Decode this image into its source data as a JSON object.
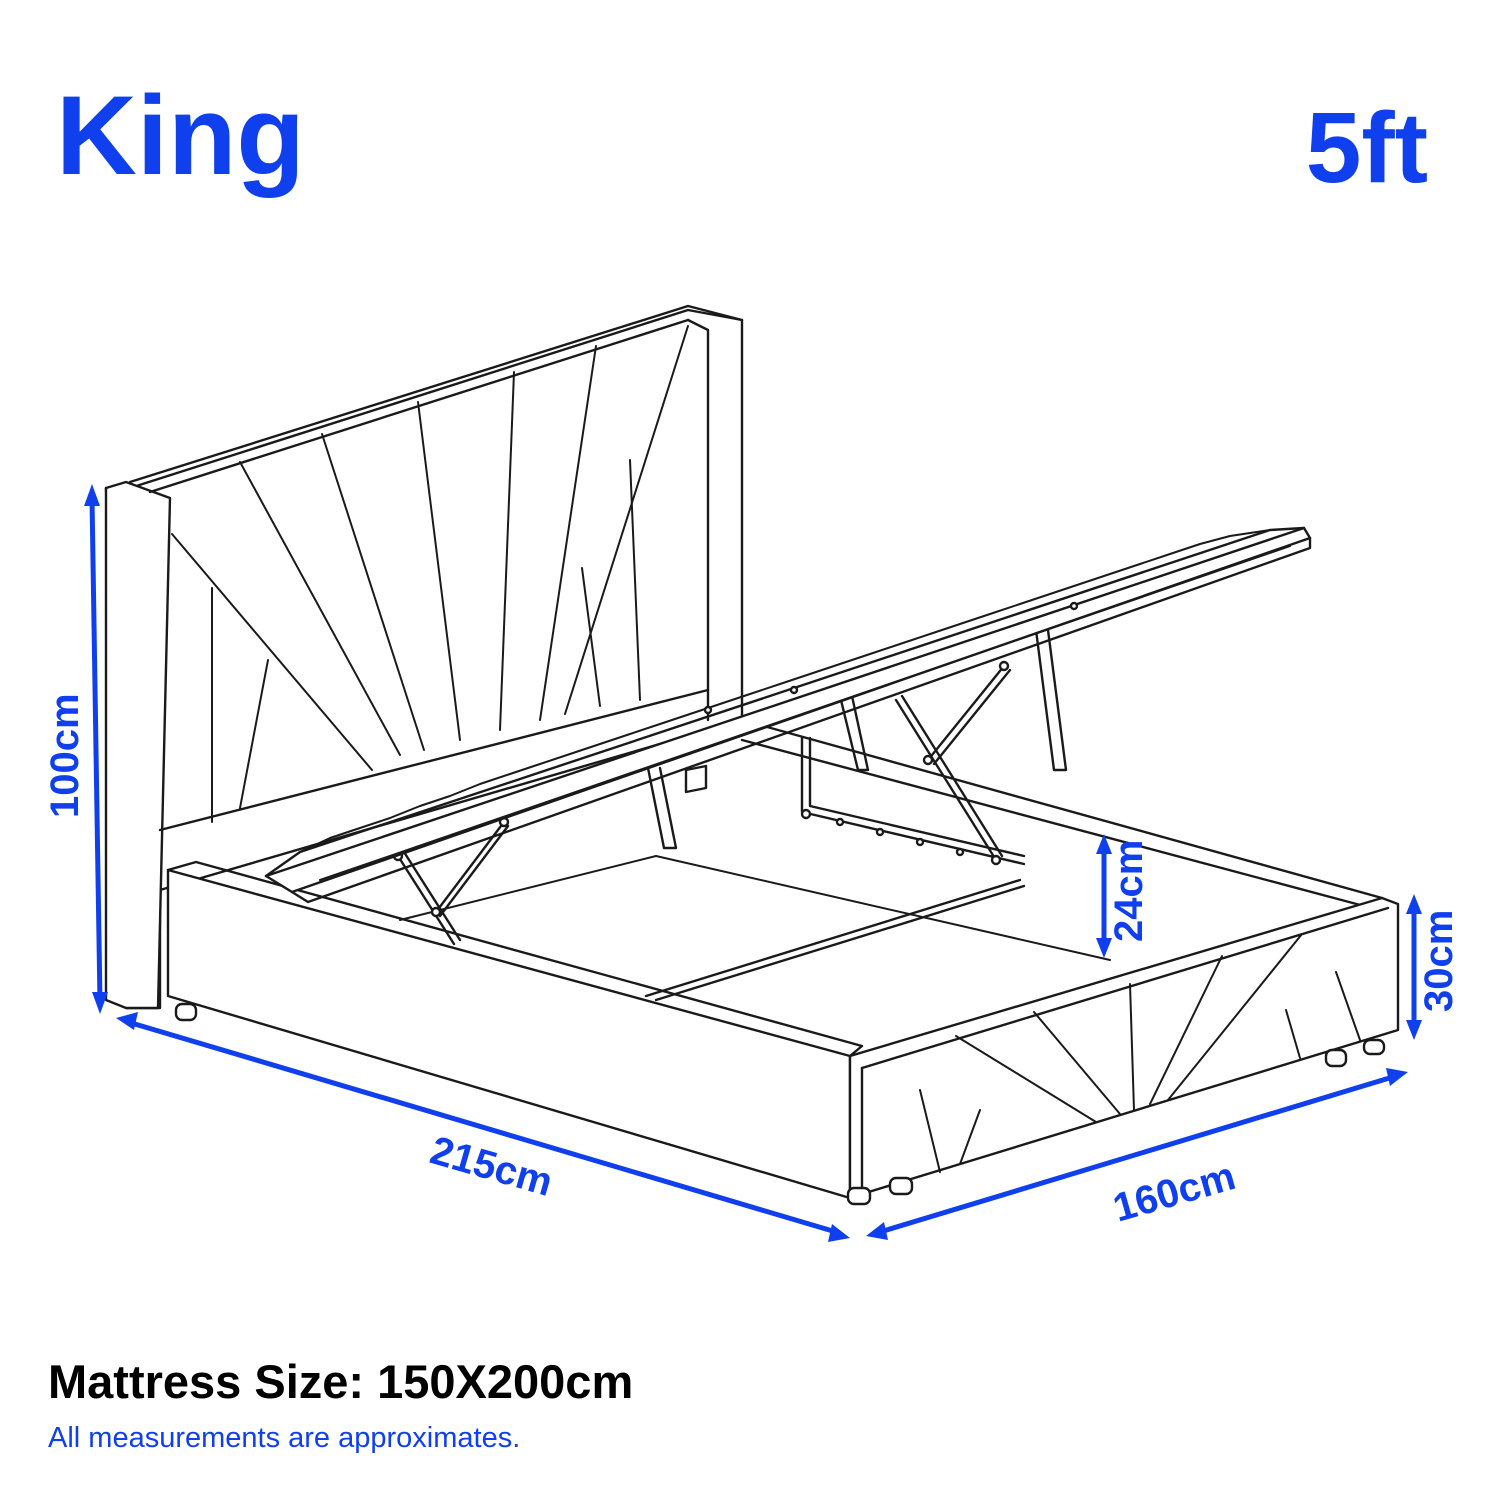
{
  "heading": {
    "size_name": "King",
    "size_feet": "5ft"
  },
  "dimensions": {
    "headboard_height": "100cm",
    "length": "215cm",
    "width": "160cm",
    "storage_depth": "24cm",
    "frame_height": "30cm"
  },
  "footer": {
    "mattress_size": "Mattress Size: 150X200cm",
    "disclaimer": "All measurements are approximates."
  },
  "colors": {
    "accent": "#1040ee",
    "line": "#1a1a1a",
    "text": "#000000",
    "background": "#ffffff"
  }
}
